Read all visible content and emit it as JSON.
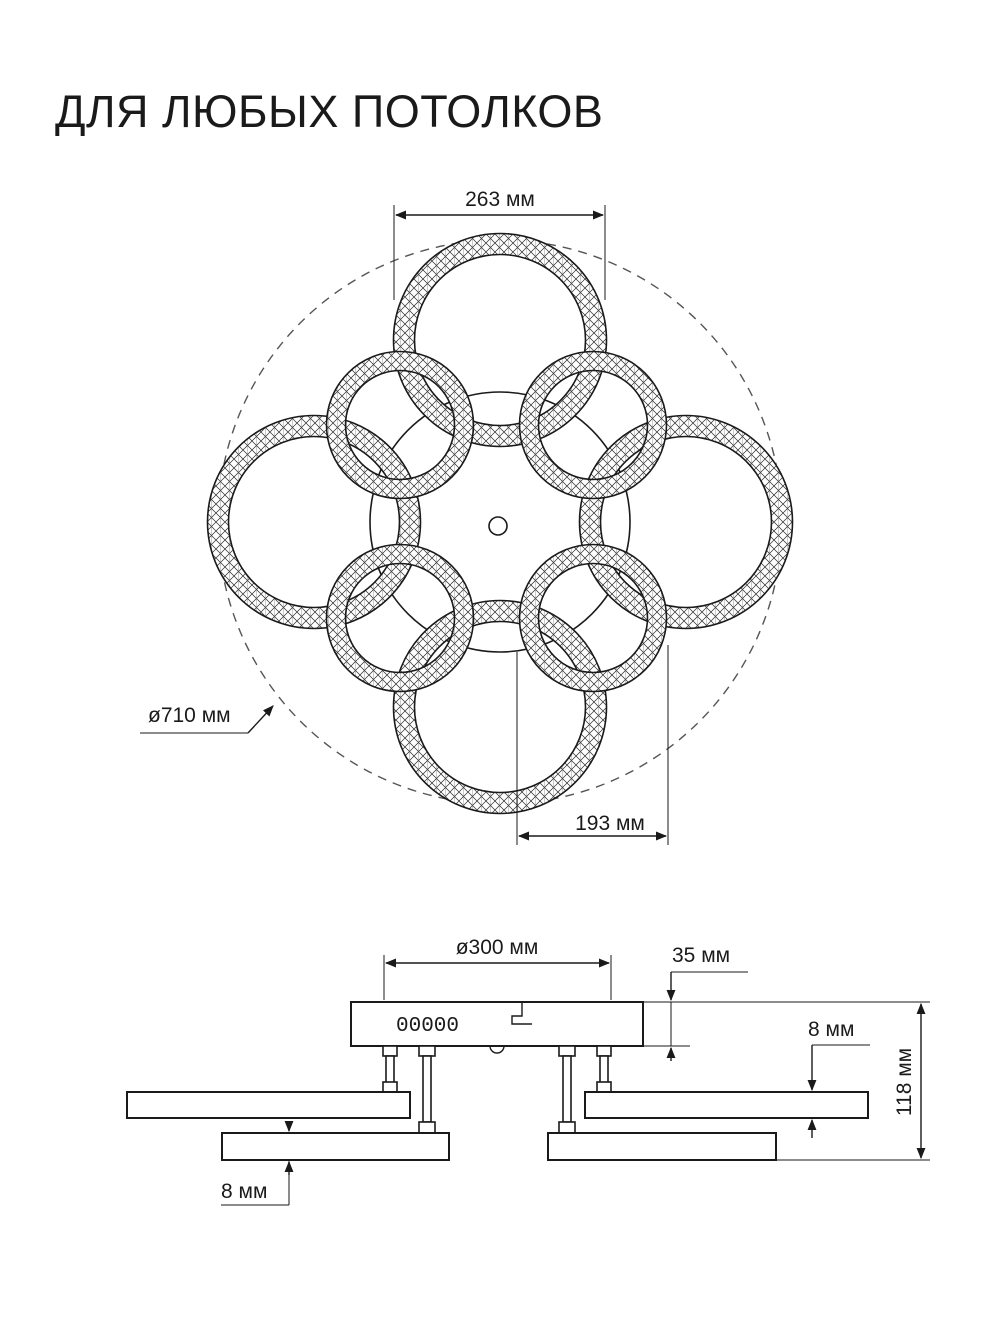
{
  "title": "ДЛЯ ЛЮБЫХ ПОТОЛКОВ",
  "top_view": {
    "ring_diameter": "263 мм",
    "overall_diameter": "ø710 мм",
    "small_ring_offset": "193 мм"
  },
  "side_view": {
    "base_diameter": "ø300 мм",
    "base_height": "35 мм",
    "ring_thickness_right": "8 мм",
    "ring_thickness_left": "8 мм",
    "total_height": "118 мм",
    "terminal_label": "00000"
  },
  "colors": {
    "line": "#1a1a1a",
    "background": "#ffffff"
  }
}
